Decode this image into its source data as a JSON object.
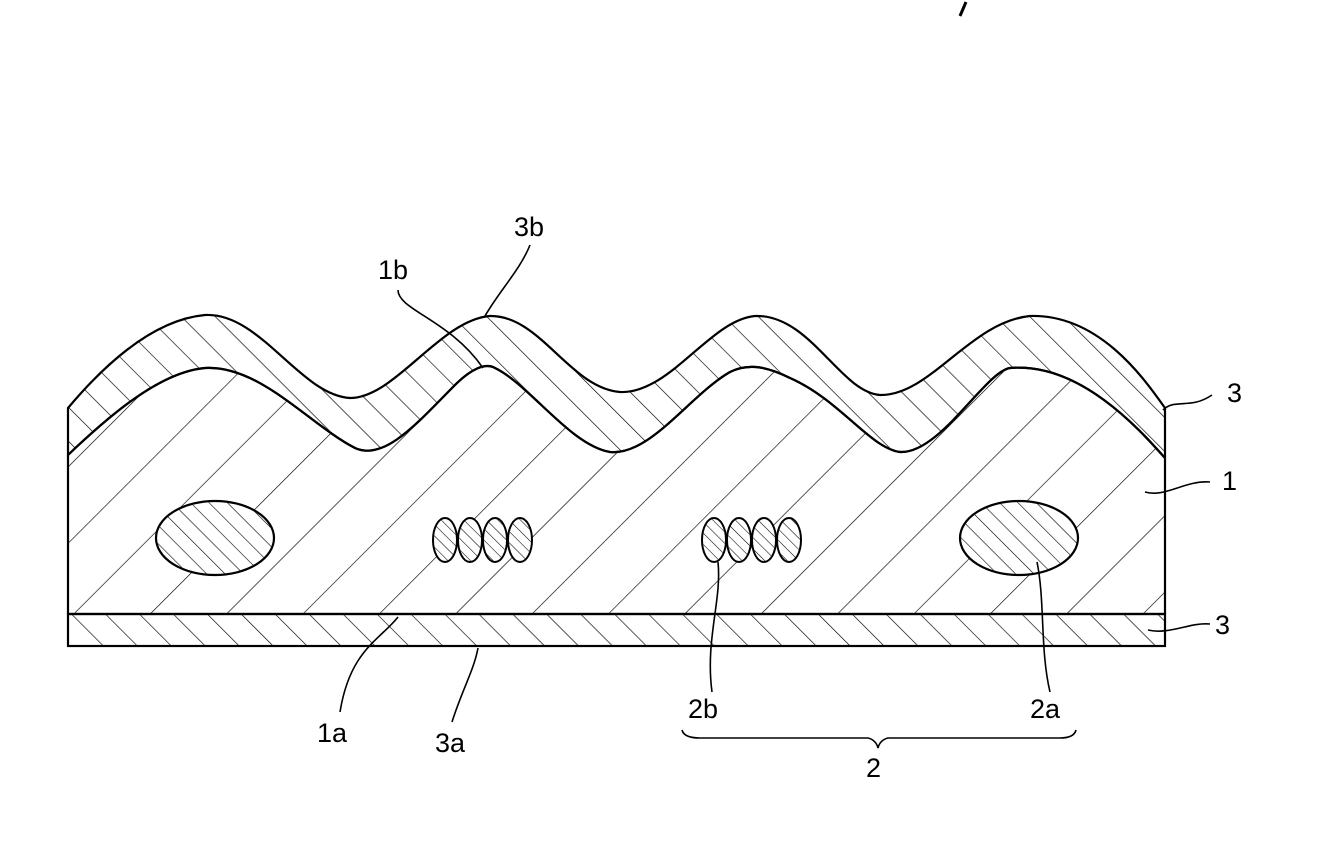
{
  "figure": {
    "labels": {
      "top_layer": "3",
      "bottom_layer": "3",
      "substrate": "1",
      "substrate_lower_surface": "1a",
      "substrate_upper_surface": "1b",
      "bottom_layer_surface": "3a",
      "top_layer_surface": "3b",
      "large_particle": "2a",
      "small_particles": "2b",
      "particle_group": "2"
    },
    "colors": {
      "line": "#000000",
      "background": "#ffffff"
    }
  }
}
